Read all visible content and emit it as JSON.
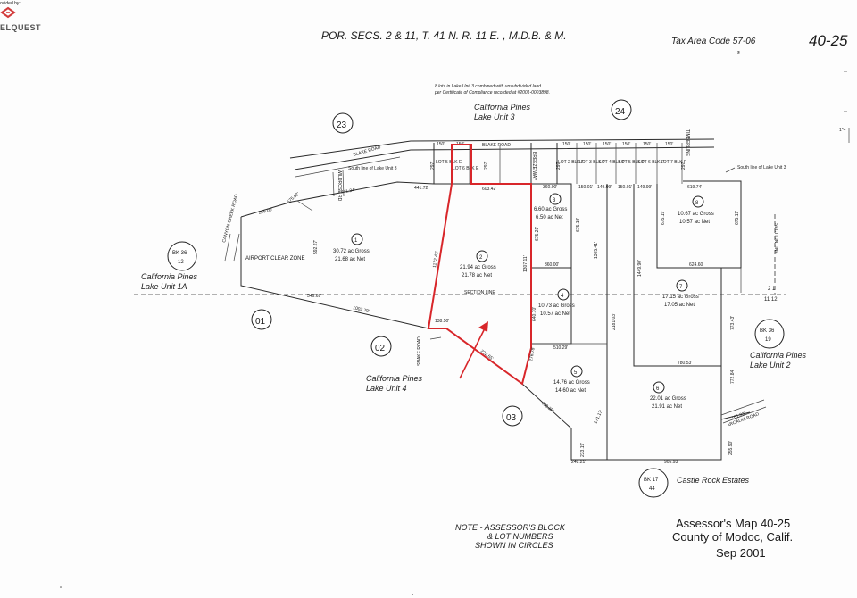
{
  "provider": {
    "prefix": "ovided by:",
    "name": "ELQUEST"
  },
  "header": {
    "title": "POR. SECS. 2 & 11, T. 41 N.  R. 11 E. , M.D.B. & M.",
    "tax_area": "Tax Area Code 57-06",
    "tax_area_sub": "s",
    "map_number": "40-25",
    "scale_mark": "1\"="
  },
  "note_top": {
    "line1": "8 lots in Lake Unit 3 combined with unsubdivided land",
    "line2": "per Certificate of Compliance recorded at #2001-0003898."
  },
  "books": [
    {
      "top": "BK 36",
      "bottom": "12"
    },
    {
      "top": "BK 36",
      "bottom": "19"
    },
    {
      "top": "BK 17",
      "bottom": "44"
    }
  ],
  "blocks": [
    "23",
    "24",
    "01",
    "02",
    "03"
  ],
  "subdivisions": {
    "unit3_line1": "California Pines",
    "unit3_line2": "Lake Unit 3",
    "unit1a_line1": "California Pines",
    "unit1a_line2": "Lake Unit 1A",
    "unit4_line1": "California Pines",
    "unit4_line2": "Lake Unit 4",
    "unit2_line1": "California Pines",
    "unit2_line2": "Lake Unit 2",
    "castle_rock": "Castle Rock Estates"
  },
  "parcels": [
    {
      "num": "1",
      "gross": "30.72 ac Gross",
      "net": "21.68 ac Net"
    },
    {
      "num": "2",
      "gross": "21.94 ac Gross",
      "net": "21.78 ac Net"
    },
    {
      "num": "3",
      "gross": "6.60 ac Gross",
      "net": "6.50 ac Net"
    },
    {
      "num": "4",
      "gross": "10.73 ac Gross",
      "net": "10.57 ac Net"
    },
    {
      "num": "5",
      "gross": "14.76 ac Gross",
      "net": "14.60 ac Net"
    },
    {
      "num": "6",
      "gross": "22.01 ac Gross",
      "net": "21.91 ac Net"
    },
    {
      "num": "7",
      "gross": "17.15 ac Gross",
      "net": "17.05 ac Net"
    },
    {
      "num": "8",
      "gross": "10.67 ac Gross",
      "net": "10.57 ac Net"
    }
  ],
  "roads": {
    "blake1": "BLAKE ROAD",
    "blake2": "BLAKE ROAD",
    "snake": "SNAKE ROAD",
    "arcadia": "ARCADIA ROAD",
    "canyon": "CANYON CREEK ROAD",
    "breeze": "BREEZE WAY",
    "wildrose": "WILDROSE RD",
    "timberline": "TIMBERLINE"
  },
  "labels": {
    "airport": "AIRPORT CLEAR ZONE",
    "section_line": "SECTION LINE",
    "section_line_v": "SECTION LINE",
    "south_line_left": "South line of Lake Unit 3",
    "south_line_right": "South line of Lake Unit 3",
    "sec_num_top": "2 1",
    "sec_num_bottom": "11 12"
  },
  "lots": [
    "LOT 5 BLK E",
    "LOT 6 BLK E",
    "LOT 2 BLK F",
    "LOT 3 BLK F",
    "LOT 4 BLK F",
    "LOT 5 BLK F",
    "LOT 6 BLK F",
    "LOT 7 BLK F"
  ],
  "dims": {
    "d_441": "441.72'",
    "d_603": "603.42'",
    "d_360": "360.00'",
    "d_150a": "150.01'",
    "d_149": "149.99'",
    "d_150b": "150.01'",
    "d_149b": "149.99'",
    "d_619": "619.74'",
    "d_1172": "1172.42'",
    "d_1307": "1307.11'",
    "d_1305": "1305.41'",
    "d_2181": "2181.03'",
    "d_1449": "1449.90'",
    "d_675a": "675.21'",
    "d_675b": "675.19'",
    "d_675c": "675.19'",
    "d_675d": "675.19'",
    "d_624": "624.60'",
    "d_360b": "360.00'",
    "d_510": "510.29'",
    "d_780": "780.53'",
    "d_1002": "1002.79'",
    "d_546": "546.69'",
    "d_245": "245.00'",
    "d_741": "741.34'",
    "d_138": "138.50'",
    "d_276": "276.78'",
    "d_222": "222.65'",
    "d_428": "428.35'",
    "d_233": "233.19'",
    "d_248": "248.21'",
    "d_905": "905.93'",
    "d_255": "255.90'",
    "d_161": "161.93'",
    "d_772": "772.84'",
    "d_773": "773.43'",
    "d_171": "171.17'",
    "d_297a": "297'",
    "d_297b": "297'",
    "d_297c": "297'",
    "d_297d": "297'",
    "d_150c": "150'",
    "d_150d": "150'",
    "d_150e": "150'",
    "d_150f": "150'",
    "d_150g": "150'",
    "d_150h": "150'",
    "d_150i": "150'",
    "d_150j": "150'",
    "d_592": "592.27'",
    "d_640": "640.70'",
    "d_575": "575.62'"
  },
  "footer_note": {
    "line1": "NOTE - ASSESSOR'S BLOCK",
    "line2": "& LOT NUMBERS",
    "line3": "SHOWN IN CIRCLES"
  },
  "footer_title": {
    "line1": "Assessor's Map 40-25",
    "line2": "County of Modoc, Calif.",
    "line3": "Sep 2001"
  },
  "colors": {
    "highlight": "#d8262a",
    "logo": "#d23a3a",
    "ink": "#1a1a1a"
  }
}
